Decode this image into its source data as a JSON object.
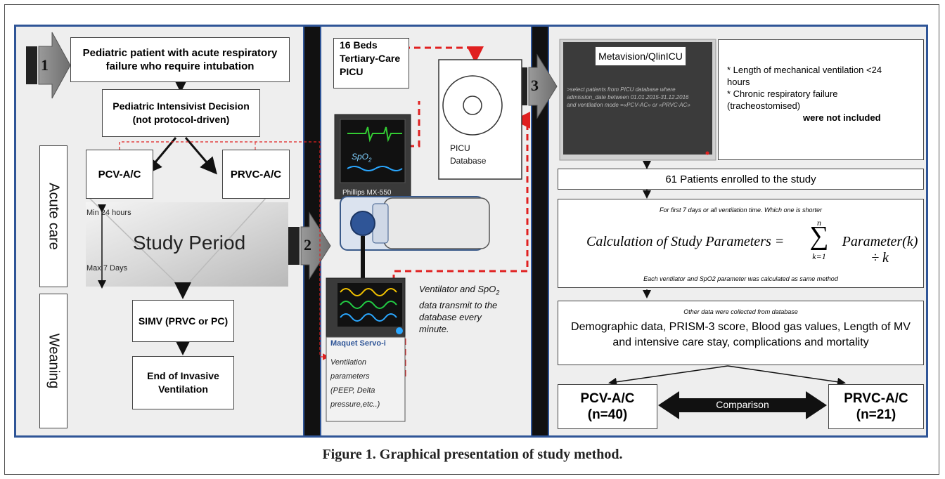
{
  "step_numbers": [
    "1",
    "2",
    "3"
  ],
  "left": {
    "patient_box": "Pediatric patient with acute respiratory failure who require intubation",
    "decision_line1": "Pediatric Intensivist Decision",
    "decision_line2": "(not protocol-driven)",
    "pcv": "PCV-A/C",
    "prvc": "PRVC-A/C",
    "study_period": "Study Period",
    "min_label": "Min  24 hours",
    "max_label": "Max 7 Days",
    "simv": "SIMV (PRVC or PC)",
    "end_line1": "End of Invasive",
    "end_line2": "Ventilation",
    "acute_care": "Acute care",
    "weaning": "Weaning"
  },
  "middle": {
    "beds_line1": "16 Beds",
    "beds_line2": "Tertiary-Care",
    "beds_line3": "PICU",
    "picu_db_line1": "PICU",
    "picu_db_line2": "Database",
    "monitor_label": "Phillips  MX-550",
    "spo2_label": "SpO",
    "spo2_sub": "2",
    "transmit_line1": "Ventilator and SpO",
    "transmit_sub": "2",
    "transmit_line2": "data transmit to the",
    "transmit_line3": "database every",
    "transmit_line4": "minute.",
    "ventilator_name": "Maquet Servo-i",
    "vent_params_line1": "Ventilation",
    "vent_params_line2": "parameters",
    "vent_params_line3": "(PEEP, Delta",
    "vent_params_line4": "pressure,etc..)"
  },
  "right": {
    "metavision_title": "Metavision/QlinICU",
    "query_line1": ">select patients from  PICU database where",
    "query_line2": "admission_date between 01.01.2015-31.12.2016",
    "query_line3": "and ventilation mode =«PCV-AC» or «PRVC-AC»",
    "exclusion_line1": "* Length of mechanical ventilation <24",
    "exclusion_line2": "hours",
    "exclusion_line3": "* Chronic respiratory failure",
    "exclusion_line4": "(tracheostomised)",
    "exclusion_line5": "were not included",
    "enrolled": "61 Patients enrolled to the study",
    "calc_header": "For first 7 days or all ventilation time. Which one is shorter",
    "calc_formula_left": "Calculation of Study Parameters =",
    "calc_sum_top": "n",
    "calc_sum_symbol": "∑",
    "calc_sum_bottom": "k=1",
    "calc_formula_right": "Parameter(k) ÷ k",
    "calc_footer": "Each ventilator  and SpO2 parameter was calculated as same method",
    "other_header": "Other data  were collected from database",
    "other_line1": "Demographic data, PRISM-3 score, Blood gas values, Length of MV",
    "other_line2": "and intensive care stay, complications and mortality",
    "group1_name": "PCV-A/C",
    "group1_n": "(n=40)",
    "group2_name": "PRVC-A/C",
    "group2_n": "(n=21)",
    "comparison": "Comparison"
  },
  "caption": "Figure 1.  Graphical presentation of study method.",
  "colors": {
    "panel_border": "#2f5597",
    "panel_bg": "#eeeeee",
    "dashed_arrow": "#e02020",
    "screen_dark": "#3b3b3b"
  }
}
